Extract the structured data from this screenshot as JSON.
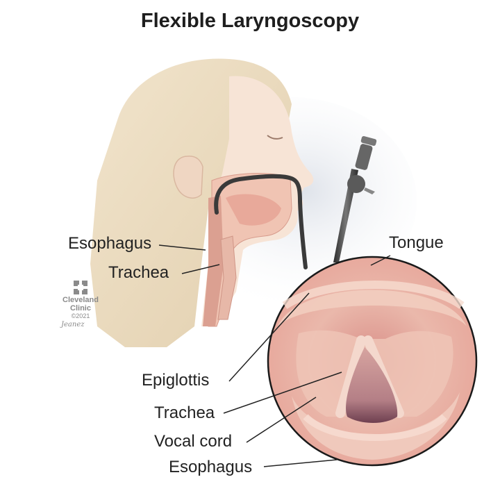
{
  "title": "Flexible Laryngoscopy",
  "labels": {
    "left": [
      {
        "id": "esophagus",
        "text": "Esophagus"
      },
      {
        "id": "trachea",
        "text": "Trachea"
      }
    ],
    "tongue": "Tongue",
    "scope_view": [
      {
        "id": "epiglottis",
        "text": "Epiglottis"
      },
      {
        "id": "trachea",
        "text": "Trachea"
      },
      {
        "id": "vocal-cord",
        "text": "Vocal cord"
      },
      {
        "id": "esophagus",
        "text": "Esophagus"
      }
    ]
  },
  "logo": {
    "icon": "cleveland-clinic-logo-icon",
    "name_line1": "Cleveland",
    "name_line2": "Clinic",
    "copyright": "©2021",
    "signature": "Jeanez"
  },
  "colors": {
    "hair": "#ead9bd",
    "skin": "#f6e1d3",
    "tissue": "#e3a99a",
    "scope_dark": "#3c3c3c",
    "view_rim": "#1a1a1a",
    "view_bg": "#e9b3a6",
    "text": "#222222",
    "logo_gray": "#8a8a8a"
  }
}
